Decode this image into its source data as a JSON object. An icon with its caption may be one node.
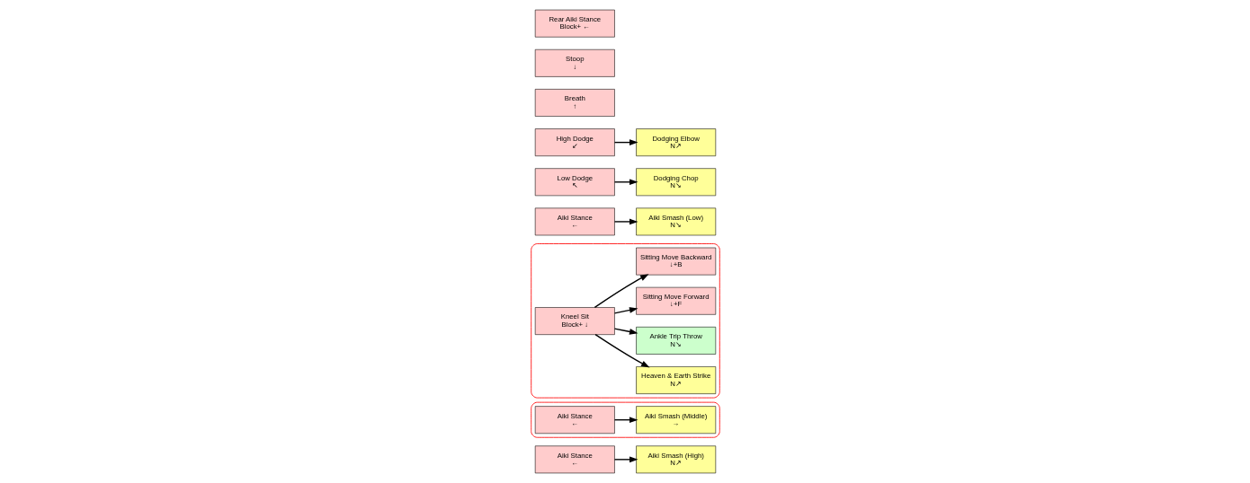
{
  "diagram": {
    "nodes": [
      {
        "text": [
          "Aiki Stance",
          "←"
        ]
      },
      {
        "text": [
          "Aiki Smash (High)",
          "N↗"
        ]
      },
      {
        "text": [],
        "shape": "box"
      },
      {
        "text": [
          "Aiki Stance",
          "←"
        ],
        "in": 2
      },
      {
        "text": [
          "Aiki Smash (Middle)",
          "→"
        ],
        "in": 2
      },
      {
        "text": [],
        "shape": "box"
      },
      {
        "text": [
          "Kneel Sit",
          "Block+ ↓"
        ],
        "in": 5
      },
      {
        "text": [
          "Heaven & Earth Strike",
          "N↗"
        ],
        "in": 5
      },
      {
        "text": [
          "Ankle Trip Throw",
          "N↘"
        ],
        "in": 5
      },
      {
        "text": [
          "Sitting Move Forward",
          "↓+F"
        ],
        "in": 5
      },
      {
        "text": [
          "Sitting Move Backward",
          "↓+B"
        ],
        "in": 5
      },
      {
        "text": [
          "Aiki Stance",
          "←"
        ]
      },
      {
        "text": [
          "Aiki Smash (Low)",
          "N↘"
        ]
      },
      {
        "text": [
          "Low Dodge",
          "↖"
        ]
      },
      {
        "text": [
          "Dodging Chop",
          "N↘"
        ]
      },
      {
        "text": [
          "High Dodge",
          "↙"
        ]
      },
      {
        "text": [
          "Dodging Elbow",
          "N↗"
        ]
      },
      {
        "text": [
          "Breath",
          "↑"
        ]
      },
      {
        "text": [
          "Stoop",
          "↓"
        ]
      },
      {
        "text": [
          "Rear Aiki Stance",
          "Block+ ←"
        ]
      }
    ],
    "edges": [
      {
        "from": 0,
        "to": 1,
        "arrow": "to"
      },
      {
        "from": 3,
        "to": 4,
        "arrow": "to"
      },
      {
        "from": 6,
        "to": 7,
        "arrow": "to"
      },
      {
        "from": 6,
        "to": 8,
        "arrow": "to"
      },
      {
        "from": 6,
        "to": 9,
        "arrow": "to"
      },
      {
        "from": 6,
        "to": 10,
        "arrow": "to"
      },
      {
        "from": 11,
        "to": 12,
        "arrow": "to"
      },
      {
        "from": 13,
        "to": 14,
        "arrow": "to"
      },
      {
        "from": 15,
        "to": 16,
        "arrow": "to"
      }
    ]
  }
}
